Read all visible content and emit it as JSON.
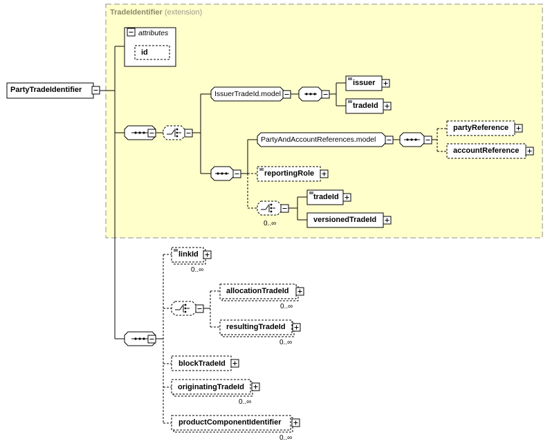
{
  "root": {
    "label": "PartyTradeIdentifier"
  },
  "extension": {
    "type_name": "TradeIdentifier",
    "suffix": "(extension)"
  },
  "attributes": {
    "title": "attributes",
    "items": [
      "id"
    ]
  },
  "issuer_model": {
    "label": "IssuerTradeId.model",
    "items": [
      "issuer",
      "tradeId"
    ]
  },
  "party_model": {
    "label": "PartyAndAccountReferences.model",
    "items": [
      "partyReference",
      "accountReference"
    ]
  },
  "reporting_role": {
    "label": "reportingRole"
  },
  "inner_choice": {
    "items": [
      "tradeId",
      "versionedTradeId"
    ],
    "cardinality": "0..∞"
  },
  "link_id": {
    "label": "linkId",
    "cardinality": "0..∞"
  },
  "alloc_choice": {
    "items": [
      {
        "label": "allocationTradeId",
        "cardinality": "0..∞"
      },
      {
        "label": "resultingTradeId",
        "cardinality": "0..∞"
      }
    ]
  },
  "block_trade_id": {
    "label": "blockTradeId"
  },
  "originating_trade_id": {
    "label": "originatingTradeId",
    "cardinality": "0..∞"
  },
  "product_component_identifier": {
    "label": "productComponentIdentifier",
    "cardinality": "0..∞"
  },
  "colors": {
    "ext_fill": "#ffffcc",
    "ext_border": "#909090",
    "line": "#000000"
  }
}
